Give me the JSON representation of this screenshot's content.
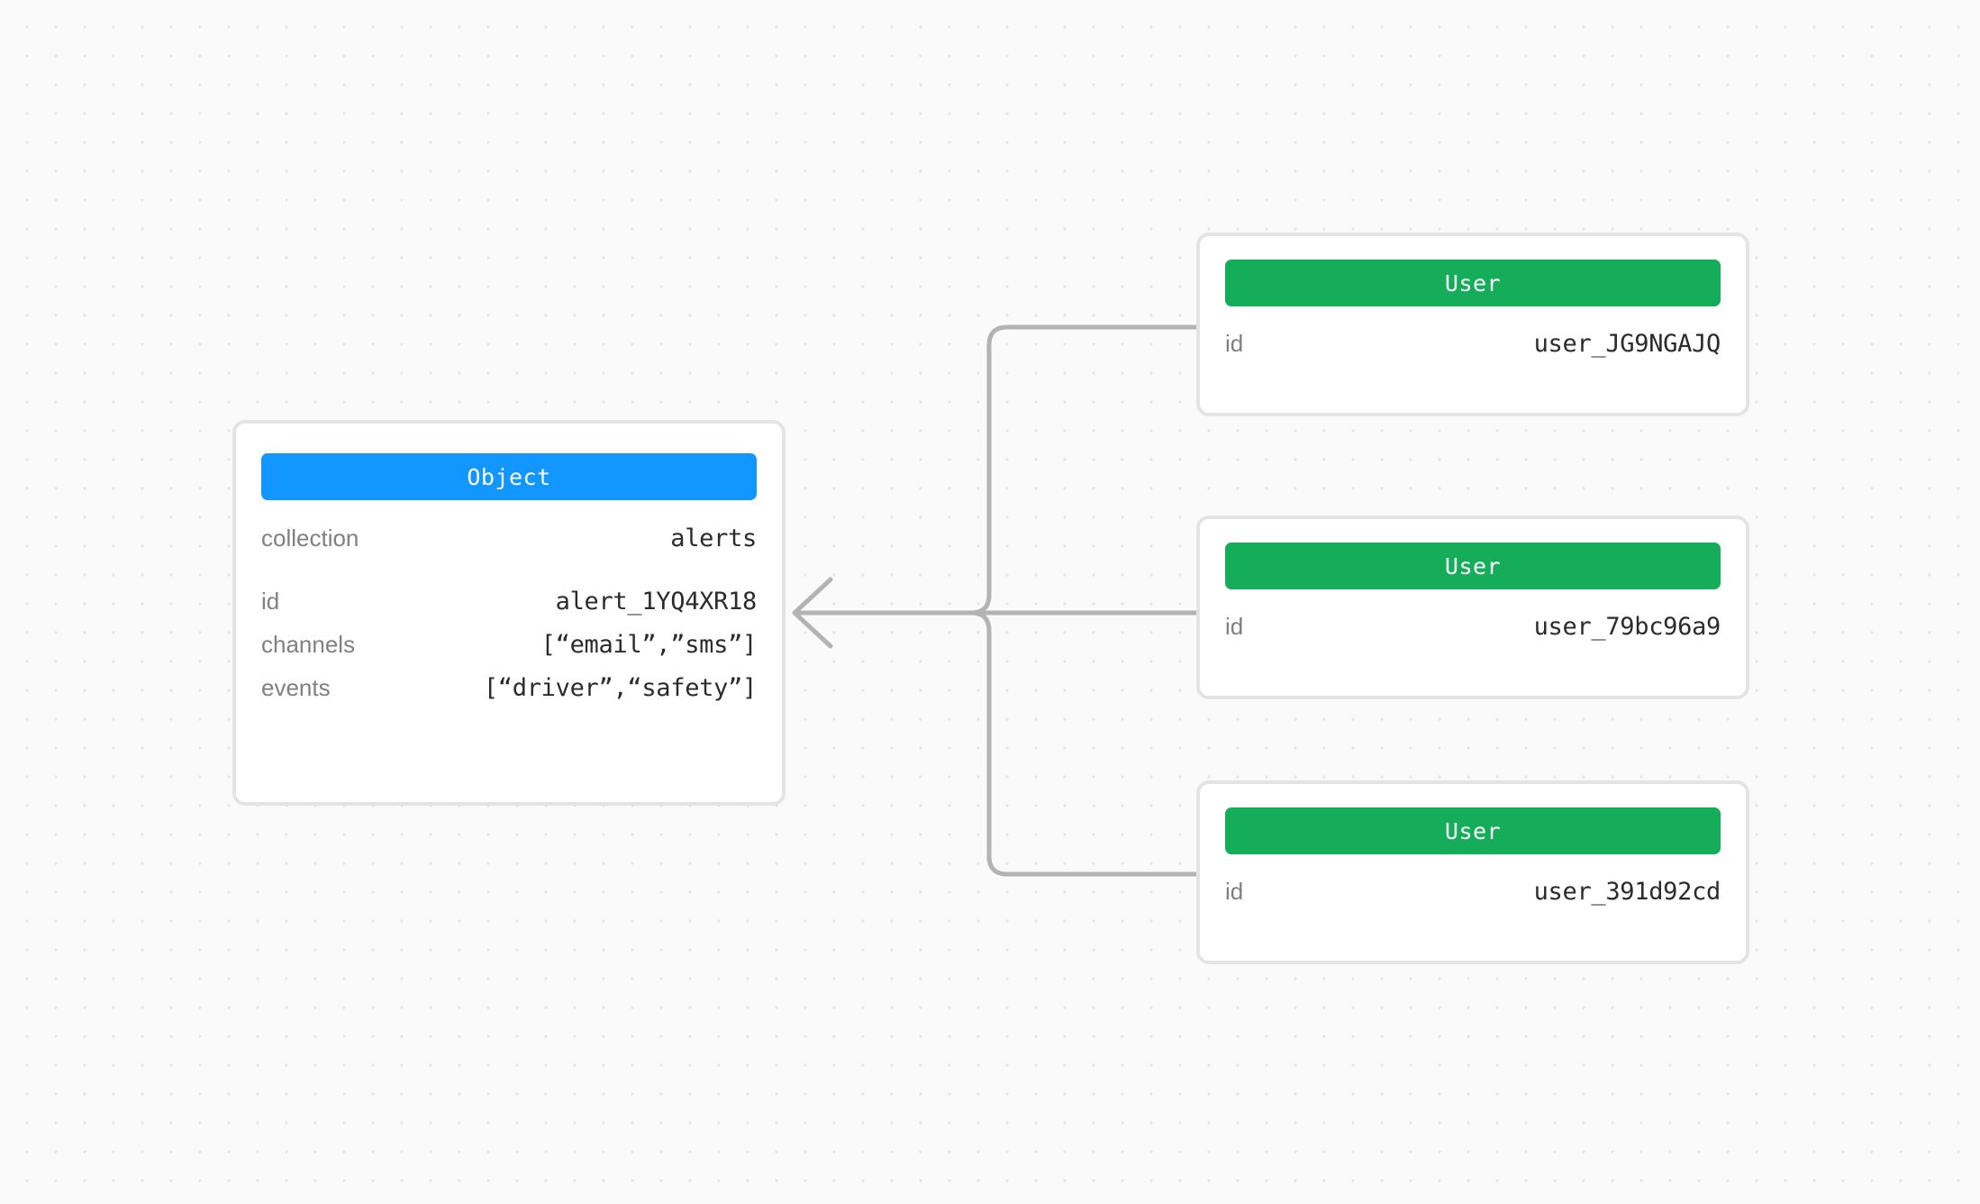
{
  "canvas": {
    "background_color": "#fafafa",
    "dot_color": "#e3e3e3",
    "edge_color": "#b3b3b3"
  },
  "object_node": {
    "type_label": "Object",
    "accent_color": "#1296ff",
    "rows_primary": [
      {
        "key": "collection",
        "value": "alerts"
      }
    ],
    "rows_secondary": [
      {
        "key": "id",
        "value": "alert_1YQ4XR18"
      },
      {
        "key": "channels",
        "value": "[“email”,”sms”]"
      },
      {
        "key": "events",
        "value": "[“driver”,“safety”]"
      }
    ]
  },
  "user_nodes": [
    {
      "type_label": "User",
      "accent_color": "#15ad59",
      "rows": [
        {
          "key": "id",
          "value": "user_JG9NGAJQ"
        }
      ]
    },
    {
      "type_label": "User",
      "accent_color": "#15ad59",
      "rows": [
        {
          "key": "id",
          "value": "user_79bc96a9"
        }
      ]
    },
    {
      "type_label": "User",
      "accent_color": "#15ad59",
      "rows": [
        {
          "key": "id",
          "value": "user_391d92cd"
        }
      ]
    }
  ],
  "edges": [
    {
      "from": "user_nodes.0",
      "to": "object_node",
      "style": "orthogonal",
      "arrow": "open-chevron-left"
    },
    {
      "from": "user_nodes.1",
      "to": "object_node",
      "style": "orthogonal",
      "arrow": "open-chevron-left"
    },
    {
      "from": "user_nodes.2",
      "to": "object_node",
      "style": "orthogonal",
      "arrow": "open-chevron-left"
    }
  ]
}
